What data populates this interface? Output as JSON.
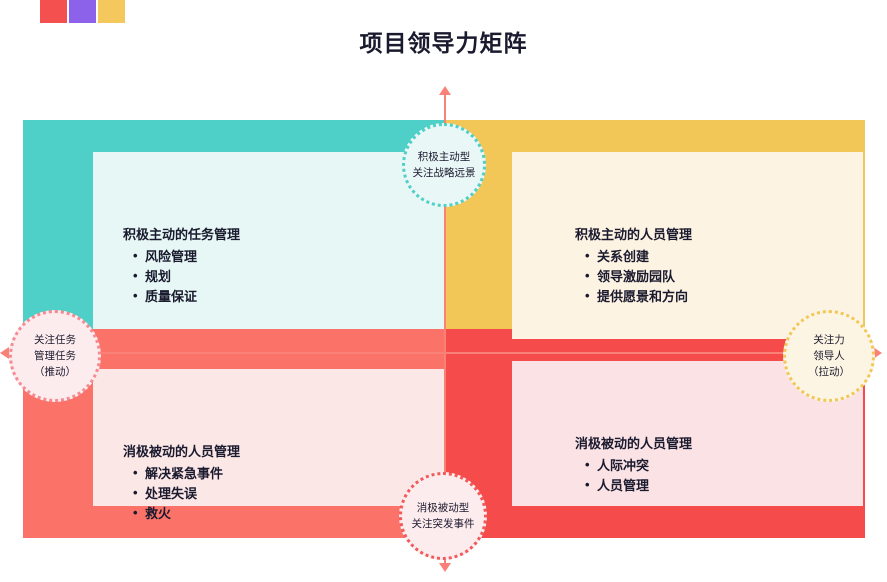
{
  "logo": {
    "name": "brand-logo",
    "blocks": [
      {
        "name": "logo-block-red",
        "color": "#f45050"
      },
      {
        "name": "logo-block-purple",
        "color": "#8c62ea"
      },
      {
        "name": "logo-block-yellow",
        "color": "#f4c85c"
      }
    ]
  },
  "header": {
    "title": "项目领导力矩阵"
  },
  "colors": {
    "teal": "#4ecfc8",
    "yellow": "#f2c758",
    "salmon": "#fa7268",
    "red": "#f54b4b",
    "axis": "#f98177"
  },
  "axes": {
    "vertical_top": {
      "line1": "积极主动型",
      "line2": "关注战略远景"
    },
    "vertical_bottom": {
      "line1": "消极被动型",
      "line2": "关注突发事件"
    },
    "horizontal_left": {
      "line1": "关注任务",
      "line2": "管理任务",
      "line3": "（推动）"
    },
    "horizontal_right": {
      "line1": "关注力",
      "line2": "领导人",
      "line3": "（拉动）"
    }
  },
  "quadrants": {
    "top_left": {
      "title": "积极主动的任务管理",
      "items": [
        "风险管理",
        "规划",
        "质量保证"
      ]
    },
    "top_right": {
      "title": "积极主动的人员管理",
      "items": [
        "关系创建",
        "领导激励园队",
        "提供愿景和方向"
      ]
    },
    "bottom_left": {
      "title": "消极被动的人员管理",
      "items": [
        "解决紧急事件",
        "处理失误",
        "救火"
      ]
    },
    "bottom_right": {
      "title": "消极被动的人员管理",
      "items": [
        "人际冲突",
        "人员管理"
      ]
    }
  }
}
